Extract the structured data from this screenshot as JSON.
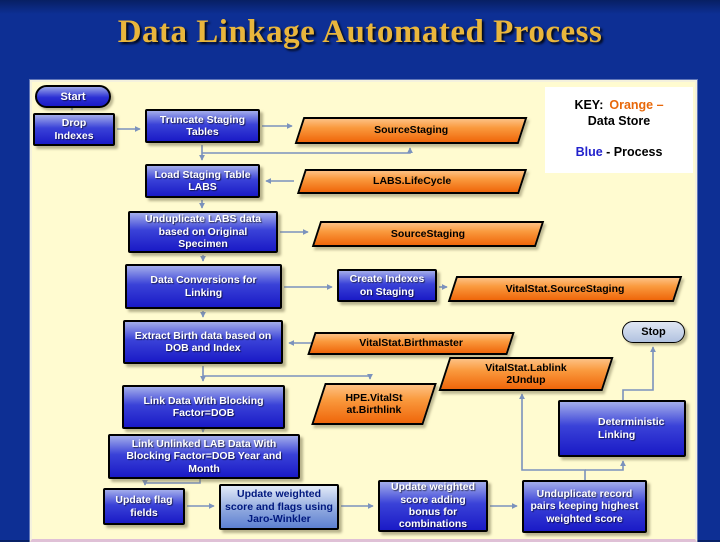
{
  "slide": {
    "title": "Data Linkage Automated Process"
  },
  "key": {
    "heading": "KEY:",
    "orange_label": "Orange –",
    "orange_meaning": "Data Store",
    "blue_label": "Blue",
    "blue_meaning": "- Process"
  },
  "flowchart": {
    "terminals": {
      "start": "Start",
      "stop": "Stop"
    },
    "processes": {
      "drop_indexes": "Drop Indexes",
      "truncate_staging": "Truncate Staging Tables",
      "load_staging": "Load Staging Table LABS",
      "unduplicate_labs": "Unduplicate LABS data based on Original Specimen",
      "data_conversions": "Data Conversions for Linking",
      "create_indexes": "Create Indexes on Staging",
      "extract_birth": "Extract Birth data based on DOB and Index",
      "link_data": "Link Data With Blocking Factor=DOB",
      "link_unlinked": "Link Unlinked LAB Data With Blocking Factor=DOB Year and Month",
      "update_flag": "Update flag fields",
      "update_weighted_jaro": "Update weighted score and flags using Jaro-Winkler",
      "update_weighted_bonus": "Update weighted score adding bonus for combinations",
      "unduplicate_record": "Unduplicate record pairs keeping highest weighted score",
      "deterministic_linking": "Deterministic Linking"
    },
    "data_stores": {
      "source_staging_top": "SourceStaging",
      "labs_lifecycle": "LABS.LifeCycle",
      "source_staging_mid": "SourceStaging",
      "vitalstat_sourcestaging": "VitalStat.SourceStaging",
      "vitalstat_birthmaster": "VitalStat.Birthmaster",
      "vitalstat_lablink_line1": "VitalStat.Lablink",
      "vitalstat_lablink_line2": "2Undup",
      "hpe_birthlink_line1": "HPE.VitalSt",
      "hpe_birthlink_line2": "at.Birthlink"
    }
  },
  "colors": {
    "slide_background": "#0d2f94",
    "panel_background": "#fffbd0",
    "title_gold": "#e9b63c",
    "process_blue_top": "#a3adeb",
    "process_blue_bottom": "#1a1ac6",
    "process_light_text": "#00187e",
    "datastore_orange_top": "#fdc184",
    "datastore_orange_bottom": "#ef660a",
    "arrow": "#7b92bd",
    "key_orange_text": "#e8680a",
    "key_blue_text": "#2222cc"
  }
}
